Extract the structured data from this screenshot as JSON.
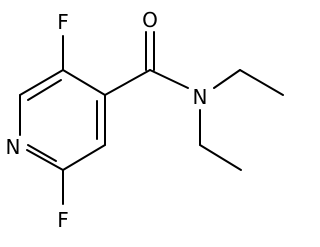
{
  "molecule": {
    "atoms": {
      "F1": "F",
      "F2": "F",
      "O": "O",
      "N_amide": "N",
      "N_ring": "N"
    },
    "colors": {
      "bond": "#000000",
      "label": "#000000",
      "background": "#ffffff"
    }
  }
}
